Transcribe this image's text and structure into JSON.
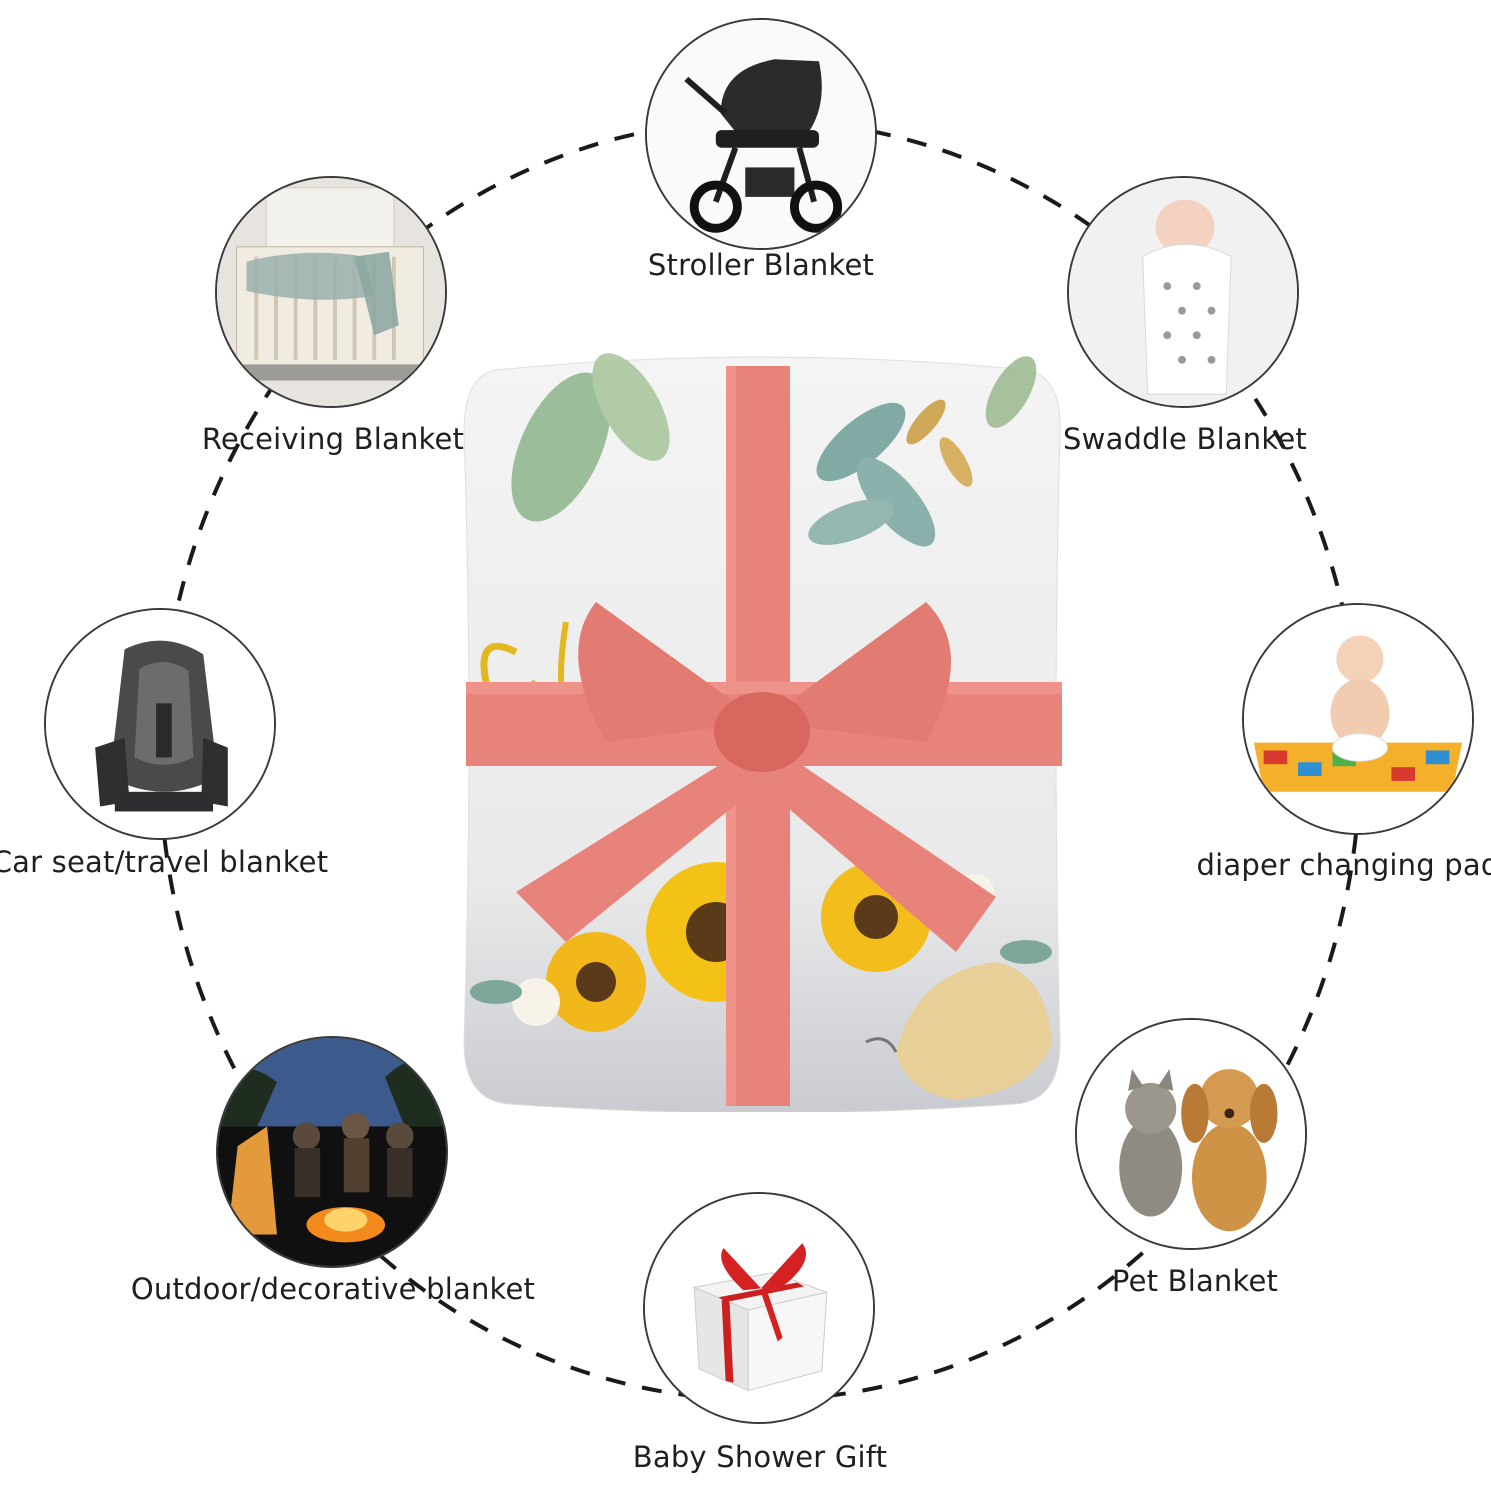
{
  "center_product": {
    "ribbon_color": "#e8837b",
    "blanket_color": "#eeeeee"
  },
  "uses": [
    {
      "id": "stroller",
      "label": "Stroller Blanket",
      "icon": "stroller-icon"
    },
    {
      "id": "swaddle",
      "label": "Swaddle Blanket",
      "icon": "swaddled-baby-icon"
    },
    {
      "id": "diaper",
      "label": "diaper changing pad",
      "icon": "baby-on-mat-icon"
    },
    {
      "id": "pet",
      "label": "Pet Blanket",
      "icon": "cat-and-dog-icon"
    },
    {
      "id": "gift",
      "label": "Baby Shower Gift",
      "icon": "gift-box-icon"
    },
    {
      "id": "outdoor",
      "label": "Outdoor/decorative blanket",
      "icon": "campfire-icon"
    },
    {
      "id": "carseat",
      "label": "Car seat/travel blanket",
      "icon": "car-seat-icon"
    },
    {
      "id": "receiving",
      "label": "Receiving Blanket",
      "icon": "crib-icon"
    }
  ]
}
